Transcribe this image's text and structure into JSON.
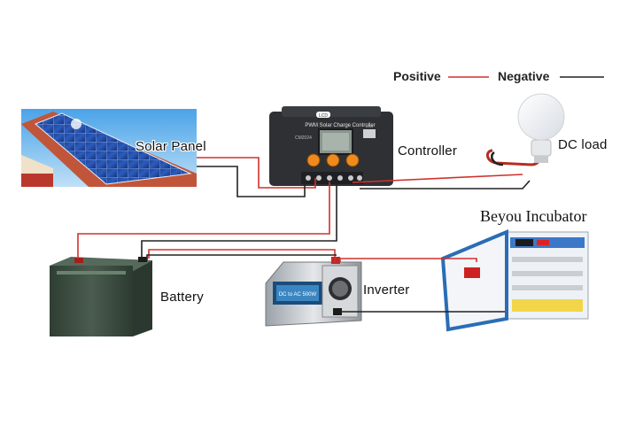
{
  "legend": {
    "positive_label": "Positive",
    "negative_label": "Negative",
    "positive_color": "#d0312d",
    "negative_color": "#222222"
  },
  "components": {
    "solar_panel": "Solar Panel",
    "controller": "Controller",
    "dc_load": "DC load",
    "battery": "Battery",
    "inverter": "Inverter",
    "incubator": "Beyou Incubator"
  },
  "device_text": {
    "controller_brand": "LCD",
    "controller_model": "PWM Solar Charge Controller",
    "controller_code": "CM2024",
    "controller_usb": "USB",
    "inverter_brand": "DC to AC 500W"
  },
  "colors": {
    "wire_positive": "#d0312d",
    "wire_negative": "#222222",
    "controller_body": "#2e3033",
    "button_orange": "#f08a1c",
    "battery_body": "#3a4a3e",
    "incubator_frame": "#2a6db5"
  }
}
